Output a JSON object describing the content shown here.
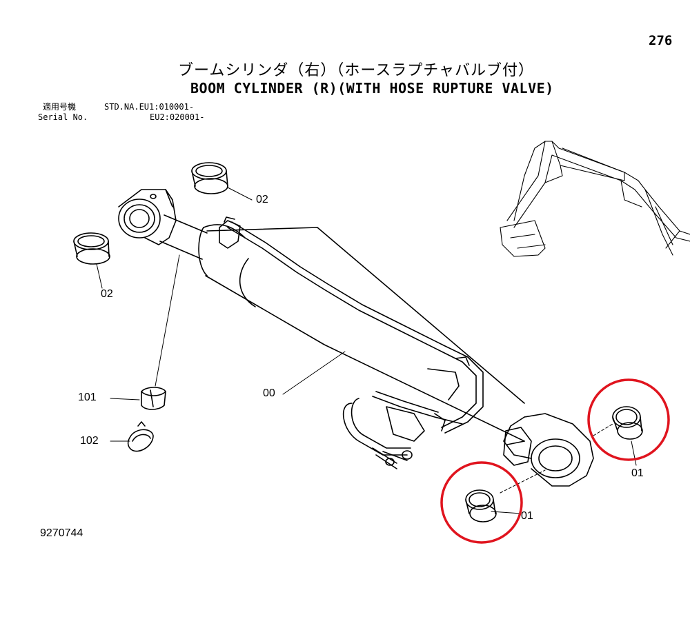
{
  "page_number": "276",
  "title_jp": "ブームシリンダ（右）（ホースラプチャバルブ付）",
  "title_en": "BOOM CYLINDER (R)(WITH HOSE RUPTURE VALVE)",
  "serial": {
    "label_jp": "適用号機",
    "label_en": "Serial No.",
    "line1": "STD.NA.EU1:010001-",
    "line2": "EU2:020001-"
  },
  "callouts": {
    "p02_top": "02",
    "p02_left": "02",
    "p00": "00",
    "p101": "101",
    "p102": "102",
    "p01_right": "01",
    "p01_bottom": "01"
  },
  "drawing_number": "9270744",
  "colors": {
    "line": "#000000",
    "highlight": "#e0141e",
    "background": "#ffffff"
  }
}
